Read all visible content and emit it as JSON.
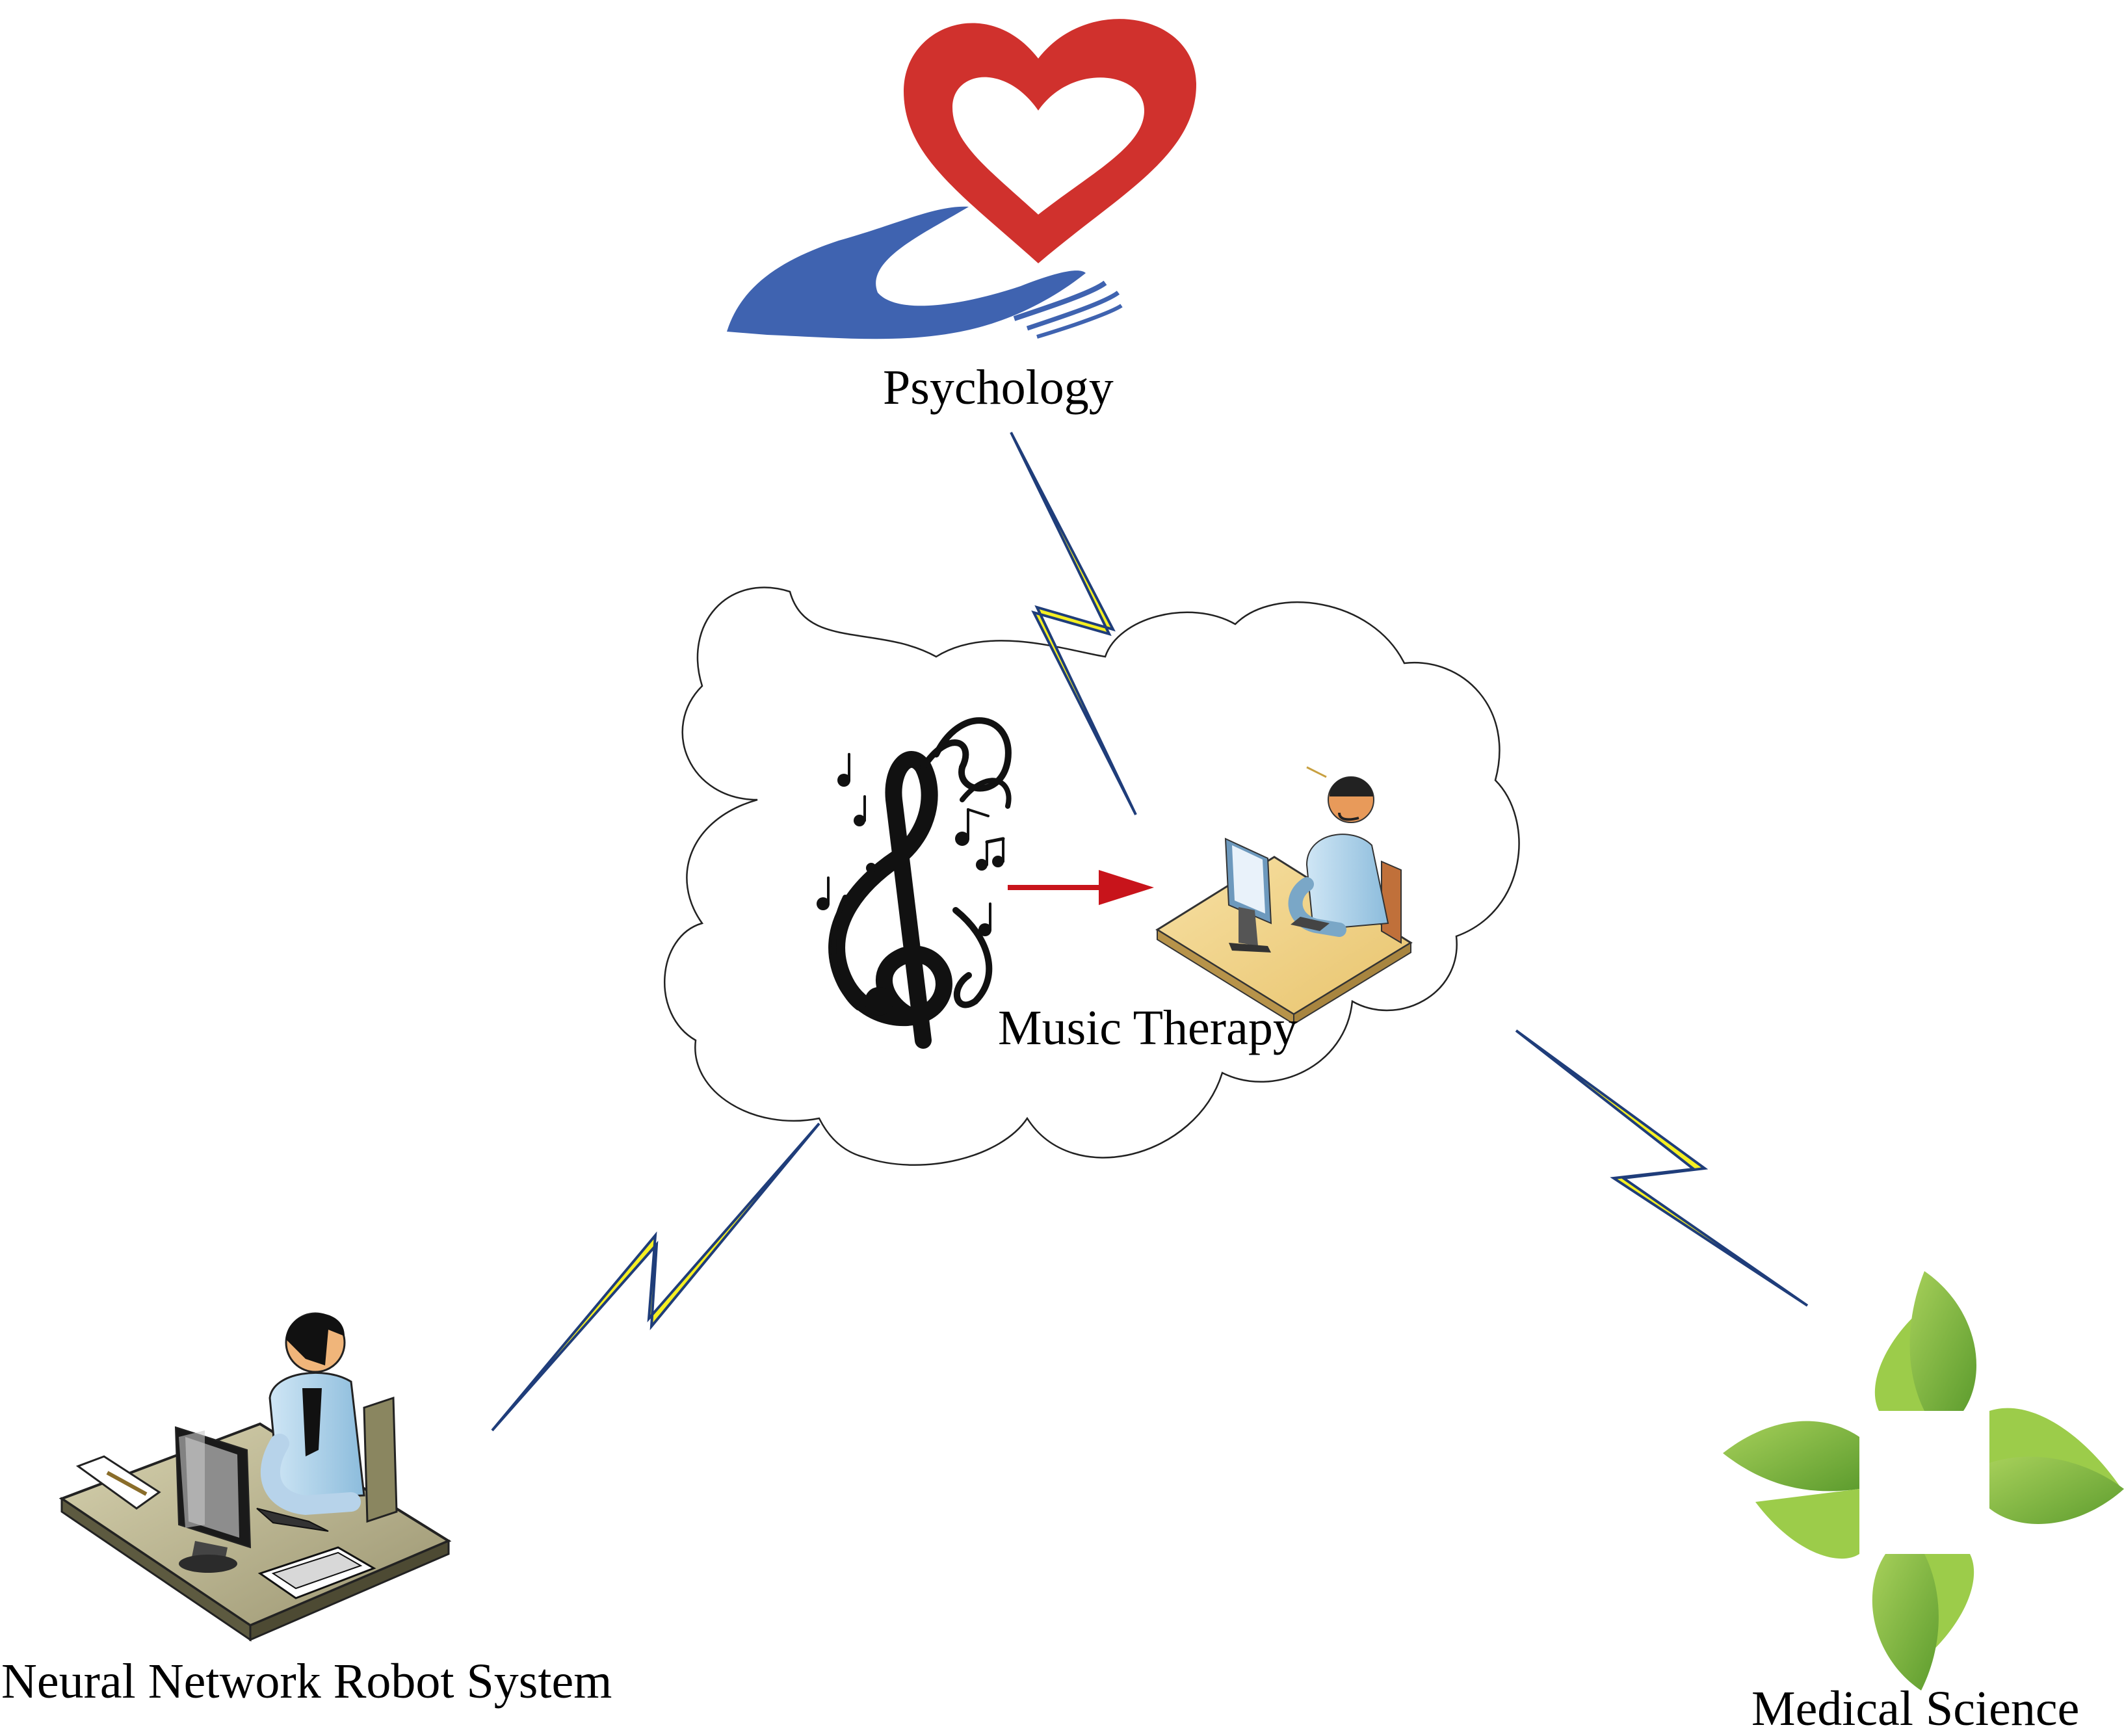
{
  "nodes": {
    "psychology": {
      "label": "Psychology",
      "icon": "heart-in-hand-icon"
    },
    "music_therapy": {
      "label": "Music Therapy",
      "icon": "treble-clef-icon"
    },
    "neural_network": {
      "label": "Neural Network Robot System",
      "icon": "person-at-computer-desk-icon"
    },
    "medical_science": {
      "label": "Medical Science",
      "icon": "green-leaf-cross-icon"
    }
  },
  "edges": [
    {
      "from": "psychology",
      "to": "music_therapy",
      "style": "lightning-bolt"
    },
    {
      "from": "music_therapy",
      "to": "neural_network",
      "style": "lightning-bolt"
    },
    {
      "from": "music_therapy",
      "to": "medical_science",
      "style": "lightning-bolt"
    },
    {
      "from": "treble-clef",
      "to": "therapist-workstation",
      "style": "arrow"
    }
  ],
  "colors": {
    "heart": "#d0312d",
    "hand": "#3f63b0",
    "bolt_fill": "#f5ef22",
    "bolt_stroke": "#1f3d7a",
    "arrow": "#c8141b",
    "leaf": "#7cb342",
    "leaf_dark": "#5d9c2e",
    "cloud_stroke": "#222222"
  }
}
